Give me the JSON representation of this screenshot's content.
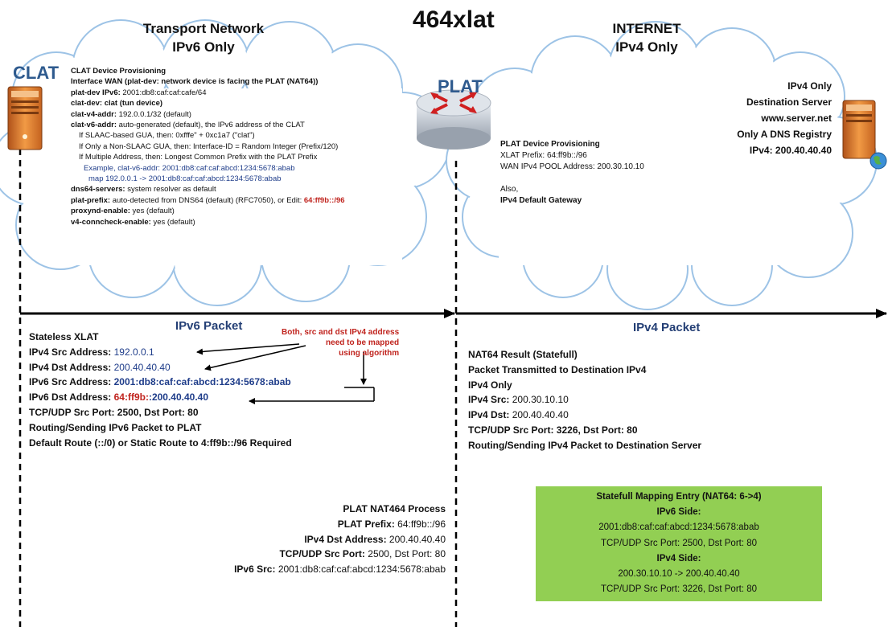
{
  "title": "464xlat",
  "left_header": {
    "line1": "Transport Network",
    "line2": "IPv6 Only"
  },
  "right_header": {
    "line1": "INTERNET",
    "line2": "IPv4 Only"
  },
  "clat_label": "CLAT",
  "plat_label": "PLAT",
  "clat_provisioning": {
    "heading": "CLAT Device Provisioning",
    "interface_wan": "Interface WAN (plat-dev: network device is facing the PLAT (NAT64))",
    "plat_dev_ipv6_key": "plat-dev IPv6:",
    "plat_dev_ipv6_val": "2001:db8:caf:caf:cafe/64",
    "clat_dev": "clat-dev: clat (tun device)",
    "clat_v4_addr_key": "clat-v4-addr:",
    "clat_v4_addr_val": "192.0.0.1/32 (default)",
    "clat_v6_addr_key": "clat-v6-addr:",
    "clat_v6_addr_val": "auto-generated (default), the IPv6 address of the CLAT",
    "slaac": "If SLAAC-based GUA, then: 0xfffe\" + 0xc1a7 (\"clat\")",
    "non_slaac": "If Only a Non-SLAAC GUA, then: Interface-ID = Random Integer (Prefix/120)",
    "multiple": "If Multiple Address, then: Longest Common Prefix with the PLAT Prefix",
    "example": "Example, clat-v6-addr: 2001:db8:caf:caf:abcd:1234:5678:abab",
    "map": "map 192.0.0.1 -> 2001:db8:caf:caf:abcd:1234:5678:abab",
    "dns64_key": "dns64-servers:",
    "dns64_val": "system resolver as default",
    "plat_prefix_key": "plat-prefix:",
    "plat_prefix_val": "auto-detected from DNS64 (default) (RFC7050), or Edit:",
    "plat_prefix_red": "64:ff9b::/96",
    "proxynd_key": "proxynd-enable:",
    "proxynd_val": "yes (default)",
    "v4conn_key": "v4-conncheck-enable:",
    "v4conn_val": "yes (default)"
  },
  "plat_provisioning": {
    "heading": "PLAT Device Provisioning",
    "xlat_prefix": "XLAT Prefix: 64:ff9b::/96",
    "wan_pool": "WAN IPv4 POOL Address: 200.30.10.10",
    "also": "Also,",
    "gateway": "IPv4 Default Gateway"
  },
  "server_info": {
    "line1": "IPv4 Only",
    "line2": "Destination Server",
    "line3": "www.server.net",
    "line4": "Only A DNS Registry",
    "line5": "IPv4: 200.40.40.40"
  },
  "ipv6_packet_label": "IPv6 Packet",
  "ipv4_packet_label": "IPv4 Packet",
  "note_red": {
    "line1": "Both, src and dst IPv4 address",
    "line2": "need to be mapped",
    "line3": "using algorithm"
  },
  "stateless": {
    "heading": "Stateless XLAT",
    "src4_key": "IPv4 Src Address:",
    "src4_val": "192.0.0.1",
    "dst4_key": "IPv4 Dst Address:",
    "dst4_val": "200.40.40.40",
    "src6_key": "IPv6 Src Address:",
    "src6_val": "2001:db8:caf:caf:abcd:1234:5678:abab",
    "dst6_key": "IPv6 Dst Address:",
    "dst6_red": "64:ff9b:",
    "dst6_val": ":200.40.40.40",
    "ports": "TCP/UDP Src Port: 2500, Dst Port: 80",
    "routing": "Routing/Sending IPv6 Packet to PLAT",
    "default_route": "Default Route (::/0) or Static Route to 4:ff9b::/96 Required"
  },
  "nat64_result": {
    "heading": "NAT64 Result (Statefull)",
    "transmitted": "Packet Transmitted to Destination IPv4",
    "ipv4only": "IPv4 Only",
    "src_key": "IPv4 Src:",
    "src_val": "200.30.10.10",
    "dst_key": "IPv4 Dst:",
    "dst_val": "200.40.40.40",
    "ports": "TCP/UDP Src Port: 3226, Dst Port: 80",
    "routing": "Routing/Sending IPv4 Packet to Destination Server"
  },
  "plat_process": {
    "heading": "PLAT NAT464 Process",
    "prefix_key": "PLAT Prefix:",
    "prefix_val": "64:ff9b::/96",
    "dst_key": "IPv4 Dst Address:",
    "dst_val": "200.40.40.40",
    "ports_key": "TCP/UDP Src Port:",
    "ports_val": "2500, Dst Port: 80",
    "src6_key": "IPv6 Src:",
    "src6_val": "2001:db8:caf:caf:abcd:1234:5678:abab"
  },
  "mapping": {
    "heading": "Statefull Mapping Entry (NAT64: 6->4)",
    "ipv6_side": "IPv6 Side:",
    "ipv6_addr": "2001:db8:caf:caf:abcd:1234:5678:abab",
    "ipv6_ports": "TCP/UDP Src Port: 2500, Dst Port: 80",
    "ipv4_side": "IPv4 Side:",
    "ipv4_addr": "200.30.10.10 -> 200.40.40.40",
    "ipv4_ports": "TCP/UDP Src Port: 3226, Dst Port: 80"
  },
  "colors": {
    "heading_blue": "#2e5a8e",
    "red": "#c0241e",
    "green_box": "#92cf53",
    "server_orange": "#e07b20"
  }
}
